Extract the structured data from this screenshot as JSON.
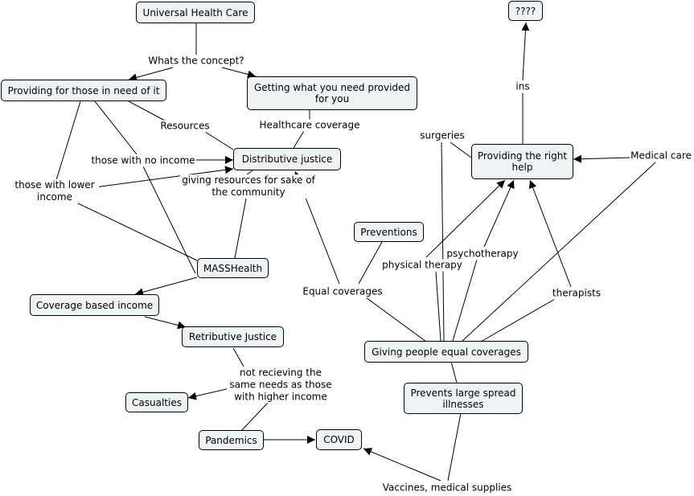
{
  "nodes": {
    "universal_health_care": "Universal Health Care",
    "providing_for_those_in_need": "Providing for those in need of it",
    "getting_what_you_need": "Getting what you need provided for you",
    "distributive_justice": "Distributive justice",
    "masshealth": "MASSHealth",
    "coverage_based_income": "Coverage based income",
    "retributive_justice": "Retributive Justice",
    "casualties": "Casualties",
    "pandemics": "Pandemics",
    "covid": "COVID",
    "preventions": "Preventions",
    "giving_people_equal_coverages": "Giving people equal coverages",
    "prevents_large_spread_illnesses": "Prevents large spread illnesses",
    "providing_the_right_help": "Providing the right help",
    "unknown": "????"
  },
  "labels": {
    "whats_the_concept": "Whats the concept?",
    "resources": "Resources",
    "healthcare_coverage": "Healthcare coverage",
    "those_with_no_income": "those with no income",
    "those_with_lower_income": "those with lower income",
    "giving_resources": "giving resources for sake of the community",
    "equal_coverages": "Equal coverages",
    "not_recieving": "not recieving the same needs as those with higher income",
    "vaccines_medical_supplies": "Vaccines, medical supplies",
    "ins": "ins",
    "surgeries": "surgeries",
    "medical_care": "Medical care",
    "physical_therapy": "physical therapy",
    "psychotherapy": "psychotherapy",
    "therapists": "therapists"
  }
}
